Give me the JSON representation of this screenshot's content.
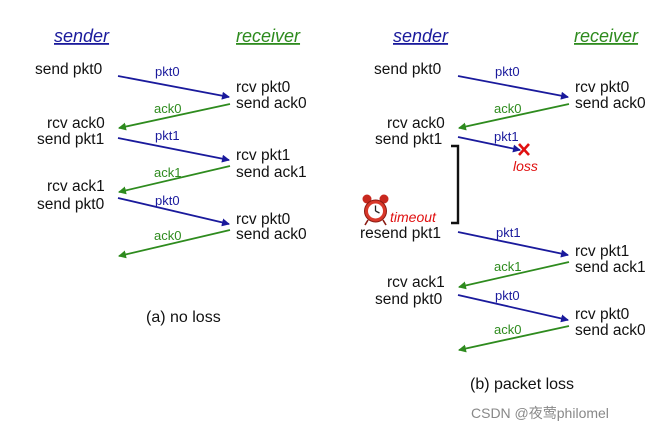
{
  "colors": {
    "pkt": "#1a1a9c",
    "ack": "#2e8b1e",
    "loss": "#e01010",
    "timer": "#111111"
  },
  "left": {
    "sender": "sender",
    "receiver": "receiver",
    "s1": "send pkt0",
    "r1a": "rcv pkt0",
    "r1b": "send ack0",
    "s2a": "rcv ack0",
    "s2b": "send pkt1",
    "r2a": "rcv pkt1",
    "r2b": "send ack1",
    "s3a": "rcv ack1",
    "s3b": "send pkt0",
    "r3a": "rcv pkt0",
    "r3b": "send ack0",
    "m_pkt0": "pkt0",
    "m_ack0": "ack0",
    "m_pkt1": "pkt1",
    "m_ack1": "ack1",
    "m_pkt0b": "pkt0",
    "m_ack0b": "ack0",
    "caption": "(a) no loss"
  },
  "right": {
    "sender": "sender",
    "receiver": "receiver",
    "s1": "send pkt0",
    "r1a": "rcv pkt0",
    "r1b": "send ack0",
    "s2a": "rcv ack0",
    "s2b": "send pkt1",
    "loss": "loss",
    "timeout": "timeout",
    "s3": "resend pkt1",
    "r2a": "rcv pkt1",
    "r2b": "send ack1",
    "s4a": "rcv ack1",
    "s4b": "send pkt0",
    "r3a": "rcv pkt0",
    "r3b": "send ack0",
    "m_pkt0": "pkt0",
    "m_ack0": "ack0",
    "m_pkt1": "pkt1",
    "m_pkt1r": "pkt1",
    "m_ack1": "ack1",
    "m_pkt0b": "pkt0",
    "m_ack0b": "ack0",
    "caption": "(b) packet loss"
  },
  "watermark": "CSDN @夜莺philomel",
  "icons": {
    "loss": "x-mark-icon",
    "timer": "alarm-clock-icon"
  }
}
